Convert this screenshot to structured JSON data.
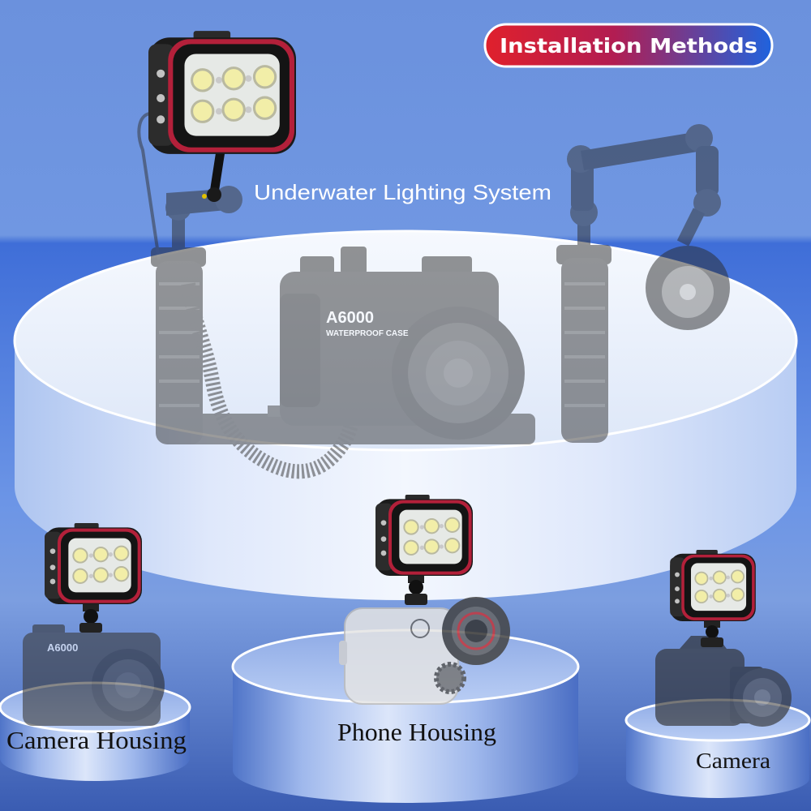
{
  "badge": {
    "label": "Installation Methods"
  },
  "headline": {
    "label": "Underwater Lighting System"
  },
  "methods": [
    {
      "label": "Camera Housing"
    },
    {
      "label": "Phone Housing"
    },
    {
      "label": "Camera"
    }
  ],
  "product_lettering": {
    "main_housing_model": "A6000",
    "main_housing_caption": "WATERPROOF CASE",
    "small_housing_model": "A6000"
  },
  "colors": {
    "background_blue": "#6c92de",
    "badge_red": "#e0202c",
    "badge_blue": "#1f63de",
    "light_rim_red": "#b3203a",
    "led_white": "#f2eea8"
  },
  "icons": {
    "light": "led-video-light-icon",
    "housing": "camera-housing-icon",
    "phone": "phone-housing-icon",
    "camera": "dslr-camera-icon"
  }
}
